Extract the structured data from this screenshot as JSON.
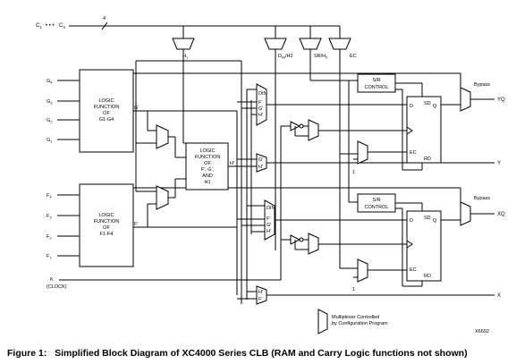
{
  "bus": {
    "label_left": "C",
    "sub1": "1",
    "dots": "• • •",
    "label_c4": "C",
    "sub4": "4",
    "width": "4"
  },
  "inputs": {
    "g4": "G",
    "g4s": "4",
    "g3": "G",
    "g3s": "3",
    "g2": "G",
    "g2s": "2",
    "g1": "G",
    "g1s": "1",
    "f4": "F",
    "f4s": "4",
    "f3": "F",
    "f3s": "3",
    "f2": "F",
    "f2s": "2",
    "f1": "F",
    "f1s": "1",
    "k": "K",
    "clock": "(CLOCK)"
  },
  "top_muxes": {
    "h1": "H",
    "h1s": "1",
    "din": "D",
    "dins": "IN",
    "h2": "/H2",
    "sr": "SR/H",
    "srs": "0",
    "ec": "EC"
  },
  "logic_g": [
    "LOGIC",
    "FUNCTION",
    "OF",
    "G1-G4"
  ],
  "logic_f": [
    "LOGIC",
    "FUNCTION",
    "OF",
    "F1-F4"
  ],
  "logic_h": [
    "LOGIC",
    "FUNCTION",
    "OF",
    "F', G',",
    "AND",
    "H1"
  ],
  "signals": {
    "gprime": "G'",
    "fprime": "F'",
    "hprime": "H'"
  },
  "mux_labels": {
    "m1": [
      "DIN",
      "F'",
      "G'",
      "H'"
    ],
    "m2": [
      "G'",
      "H'"
    ],
    "m3": [
      "DIN",
      "F'",
      "G'",
      "H'"
    ],
    "m4": [
      "H'",
      "F'"
    ]
  },
  "sr_control": [
    "S/R",
    "CONTROL"
  ],
  "flipflop": {
    "d": "D",
    "sd": "SD",
    "q": "Q",
    "ec": "EC",
    "rd": "RD"
  },
  "one": "1",
  "bypass": "Bypass",
  "outputs": {
    "yq": "YQ",
    "y": "Y",
    "xq": "XQ",
    "x": "X"
  },
  "legend": [
    "Multiplexer Controlled",
    "by Configuration Program"
  ],
  "id_code": "X6692",
  "caption": "Figure 1:   Simplified Block Diagram of XC4000 Series CLB (RAM and Carry Logic functions not shown)"
}
